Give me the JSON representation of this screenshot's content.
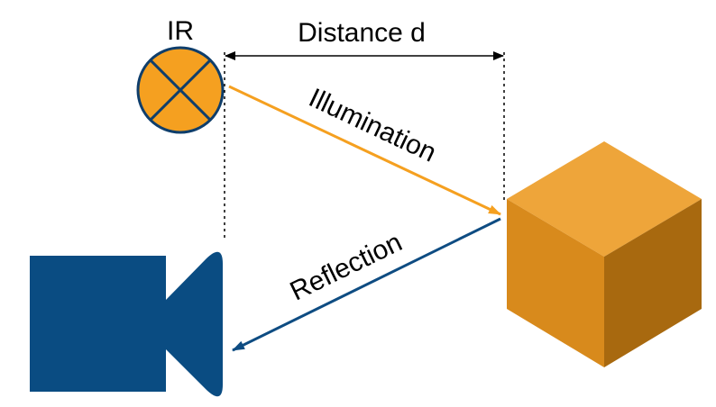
{
  "labels": {
    "ir": "IR",
    "distance": "Distance d",
    "illumination": "Illumination",
    "reflection": "Reflection"
  },
  "colors": {
    "ir_fill": "#F5A020",
    "ir_stroke": "#0F3E6B",
    "illumination_arrow": "#F5A020",
    "reflection_arrow": "#0E4C82",
    "camera": "#0A4C82",
    "cube_top": "#EEA53A",
    "cube_left": "#D88A1C",
    "cube_right": "#A8690F",
    "dimension_line": "#000000"
  },
  "icons": {
    "emitter": "ir-emitter-icon",
    "camera": "video-camera-icon",
    "target": "cube-icon"
  }
}
